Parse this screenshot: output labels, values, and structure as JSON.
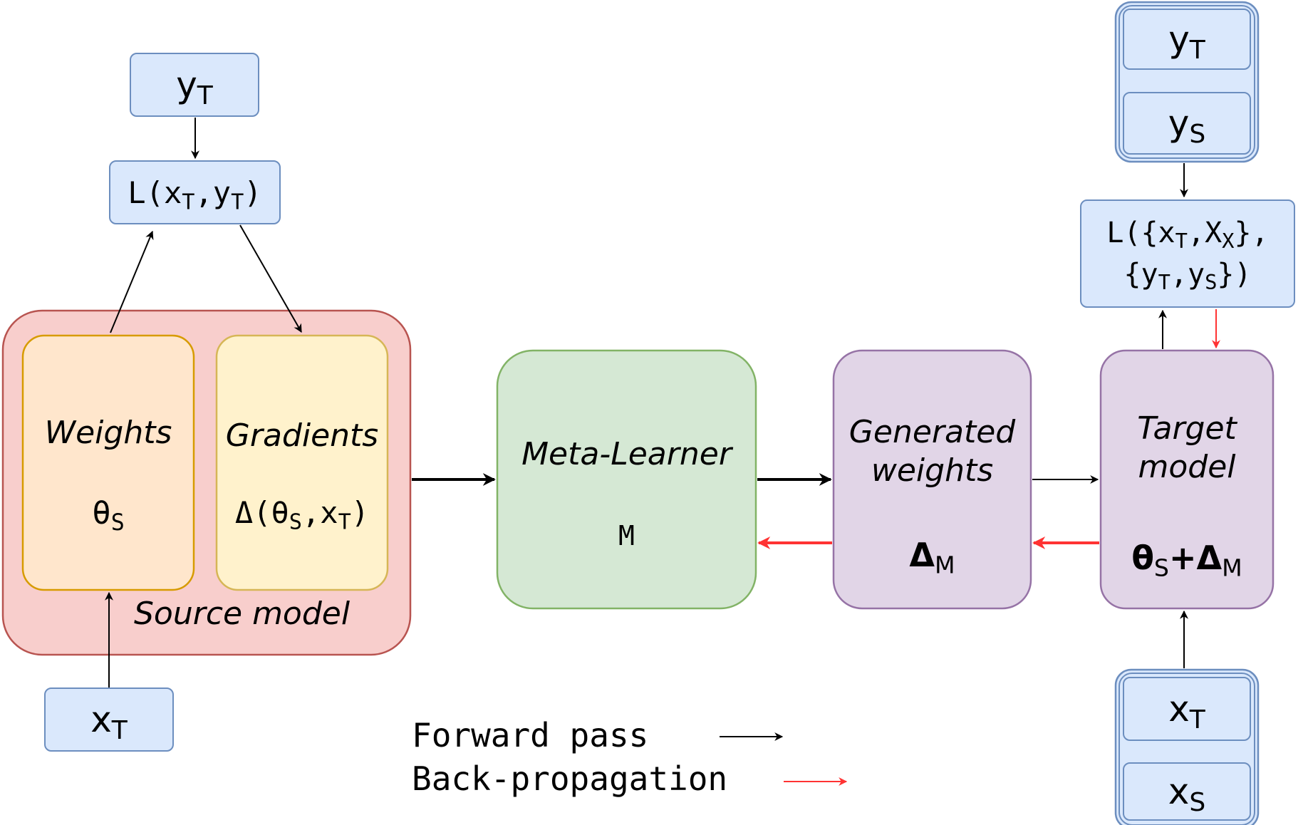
{
  "source_label_y": {
    "main": "y",
    "sub": "T"
  },
  "source_loss": {
    "fn": "L(x",
    "s1": "T",
    "mid": ",y",
    "s2": "T",
    "end": ")"
  },
  "source_input_x": {
    "main": "x",
    "sub": "T"
  },
  "source_model": {
    "label": "Source model",
    "weights": {
      "title": "Weights",
      "sym": "θ",
      "sub": "S"
    },
    "gradients": {
      "title": "Gradients",
      "pre": "Δ(θ",
      "s1": "S",
      "mid": ",x",
      "s2": "T",
      "end": ")"
    }
  },
  "meta_learner": {
    "title": "Meta-Learner",
    "sym": "M"
  },
  "generated_weights": {
    "title_line1": "Generated",
    "title_line2": "weights",
    "sym": "Δ",
    "sub": "M"
  },
  "target_model": {
    "title_line1": "Target",
    "title_line2": "model",
    "sym1": "θ",
    "sub1": "S",
    "plus": "+",
    "sym2": "Δ",
    "sub2": "M"
  },
  "target_labels": [
    {
      "main": "y",
      "sub": "T"
    },
    {
      "main": "y",
      "sub": "S"
    }
  ],
  "target_loss": {
    "line1": {
      "pre": "L({x",
      "s1": "T",
      "mid": ",X",
      "s2": "X",
      "end": "},"
    },
    "line2": {
      "pre": "{y",
      "s1": "T",
      "mid": ",y",
      "s2": "S",
      "end": "})"
    }
  },
  "target_inputs": [
    {
      "main": "x",
      "sub": "T"
    },
    {
      "main": "x",
      "sub": "S"
    }
  ],
  "legend": {
    "forward": "Forward pass",
    "backprop": "Back-propagation"
  },
  "colors": {
    "blue_fill": "#dae8fc",
    "blue_stroke": "#6c8ebf",
    "red_fill": "#f8cecc",
    "red_stroke": "#b85450",
    "orange_fill": "#ffe6cc",
    "orange_stroke": "#d79b00",
    "yellow_fill": "#fff2cc",
    "yellow_stroke": "#d6b656",
    "green_fill": "#d5e8d4",
    "green_stroke": "#82b366",
    "purple_fill": "#e1d5e7",
    "purple_stroke": "#9673a6",
    "backprop_arrow": "#ff3333"
  }
}
